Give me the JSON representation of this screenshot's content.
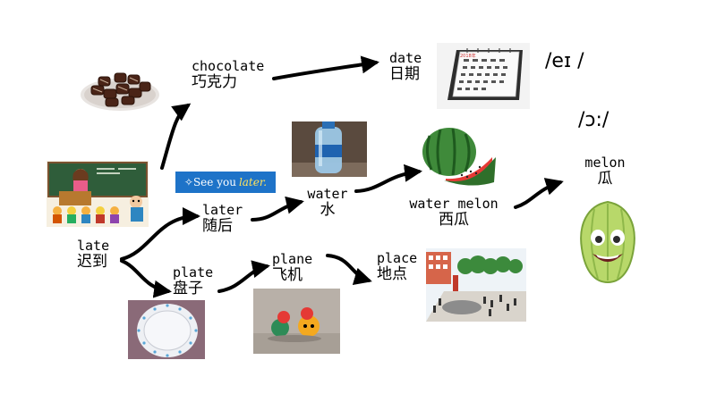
{
  "words": {
    "chocolate": {
      "en": "chocolate",
      "zh": "巧克力"
    },
    "date": {
      "en": "date",
      "zh": "日期"
    },
    "late": {
      "en": "late",
      "zh": "迟到"
    },
    "later": {
      "en": "later",
      "zh": "随后"
    },
    "water": {
      "en": "water",
      "zh": "水"
    },
    "water_melon": {
      "en": "water melon",
      "zh": "西瓜"
    },
    "melon": {
      "en": "melon",
      "zh": "瓜"
    },
    "plate": {
      "en": "plate",
      "zh": "盘子"
    },
    "plane": {
      "en": "plane",
      "zh": "飞机"
    },
    "place": {
      "en": "place",
      "zh": "地点"
    }
  },
  "phonetics": {
    "ei": "/eɪ /",
    "oo": "/ɔ:/"
  },
  "banner": {
    "prefix": "✧See you",
    "emph": "later."
  },
  "calendar_year": "2018年",
  "colors": {
    "arrow": "#000000",
    "banner_bg": "#1e73c8",
    "melon_green": "#3f8a3a",
    "melon_red": "#e53935"
  }
}
